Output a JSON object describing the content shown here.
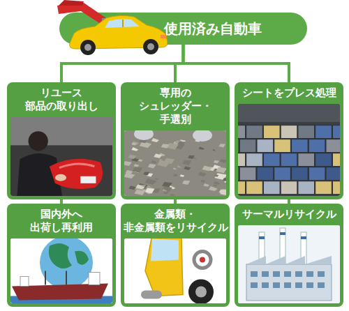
{
  "diagram": {
    "nodes": [
      {
        "text": [
          "使用済み自動車"
        ]
      },
      {
        "text": [
          "リユース 部品の取り出し"
        ]
      },
      {
        "text": [
          "専用の シュレッダー・手選別"
        ]
      },
      {
        "text": [
          "シートをプレス処理"
        ]
      },
      {
        "text": [
          "国内外へ 出荷し再利用"
        ]
      },
      {
        "text": [
          "金属類・ 非金属類をリサイクル"
        ]
      },
      {
        "text": [
          "サーマルリサイクル"
        ]
      }
    ],
    "edges": [
      {
        "from": 0,
        "to": 1,
        "arrow": "none"
      },
      {
        "from": 0,
        "to": 2,
        "arrow": "none"
      },
      {
        "from": 0,
        "to": 3,
        "arrow": "none"
      },
      {
        "from": 1,
        "to": 4,
        "arrow": "none"
      },
      {
        "from": 2,
        "to": 5,
        "arrow": "none"
      },
      {
        "from": 3,
        "to": 6,
        "arrow": "none"
      }
    ]
  }
}
